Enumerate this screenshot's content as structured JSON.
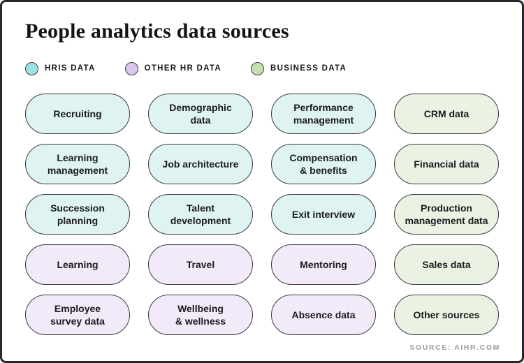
{
  "title": "People analytics data sources",
  "colors": {
    "border": "#3a3a42",
    "hris": {
      "legend": "#9de2e3",
      "fill": "#def3f2"
    },
    "other_hr": {
      "legend": "#dcc7ec",
      "fill": "#f2eaf8"
    },
    "business": {
      "legend": "#c7e0af",
      "fill": "#eaf3e3"
    }
  },
  "legend": [
    {
      "label": "HRIS DATA",
      "category": "hris"
    },
    {
      "label": "OTHER HR DATA",
      "category": "other_hr"
    },
    {
      "label": "BUSINESS DATA",
      "category": "business"
    }
  ],
  "cards": [
    {
      "label": "Recruiting",
      "category": "hris"
    },
    {
      "label": "Demographic\ndata",
      "category": "hris"
    },
    {
      "label": "Performance\nmanagement",
      "category": "hris"
    },
    {
      "label": "CRM data",
      "category": "business"
    },
    {
      "label": "Learning\nmanagement",
      "category": "hris"
    },
    {
      "label": "Job architecture",
      "category": "hris"
    },
    {
      "label": "Compensation\n& benefits",
      "category": "hris"
    },
    {
      "label": "Financial data",
      "category": "business"
    },
    {
      "label": "Succession\nplanning",
      "category": "hris"
    },
    {
      "label": "Talent\ndevelopment",
      "category": "hris"
    },
    {
      "label": "Exit interview",
      "category": "hris"
    },
    {
      "label": "Production\nmanagement data",
      "category": "business"
    },
    {
      "label": "Learning",
      "category": "other_hr"
    },
    {
      "label": "Travel",
      "category": "other_hr"
    },
    {
      "label": "Mentoring",
      "category": "other_hr"
    },
    {
      "label": "Sales data",
      "category": "business"
    },
    {
      "label": "Employee\nsurvey data",
      "category": "other_hr"
    },
    {
      "label": "Wellbeing\n& wellness",
      "category": "other_hr"
    },
    {
      "label": "Absence data",
      "category": "other_hr"
    },
    {
      "label": "Other sources",
      "category": "business"
    }
  ],
  "footer": {
    "source_text": "SOURCE: AIHR.COM"
  }
}
